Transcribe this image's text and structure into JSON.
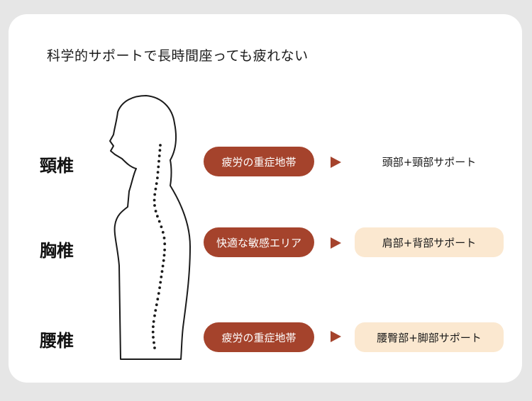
{
  "title": "科学的サポートで長時間座っても疲れない",
  "colors": {
    "accent": "#a5432c",
    "highlight": "#fbe8d0",
    "background": "#e6e6e6",
    "card": "#ffffff"
  },
  "sections": [
    {
      "label": "頸椎",
      "zone": "疲労の重症地帯",
      "support": "頭部+頸部サポート",
      "highlighted": false
    },
    {
      "label": "胸椎",
      "zone": "快適な敏感エリア",
      "support": "肩部+背部サポート",
      "highlighted": true
    },
    {
      "label": "腰椎",
      "zone": "疲労の重症地帯",
      "support": "腰臀部+脚部サポート",
      "highlighted": true
    }
  ],
  "icons": {
    "figure": "human-silhouette-side-icon",
    "spine": "spine-dots",
    "arrow": "arrow-right-icon"
  }
}
